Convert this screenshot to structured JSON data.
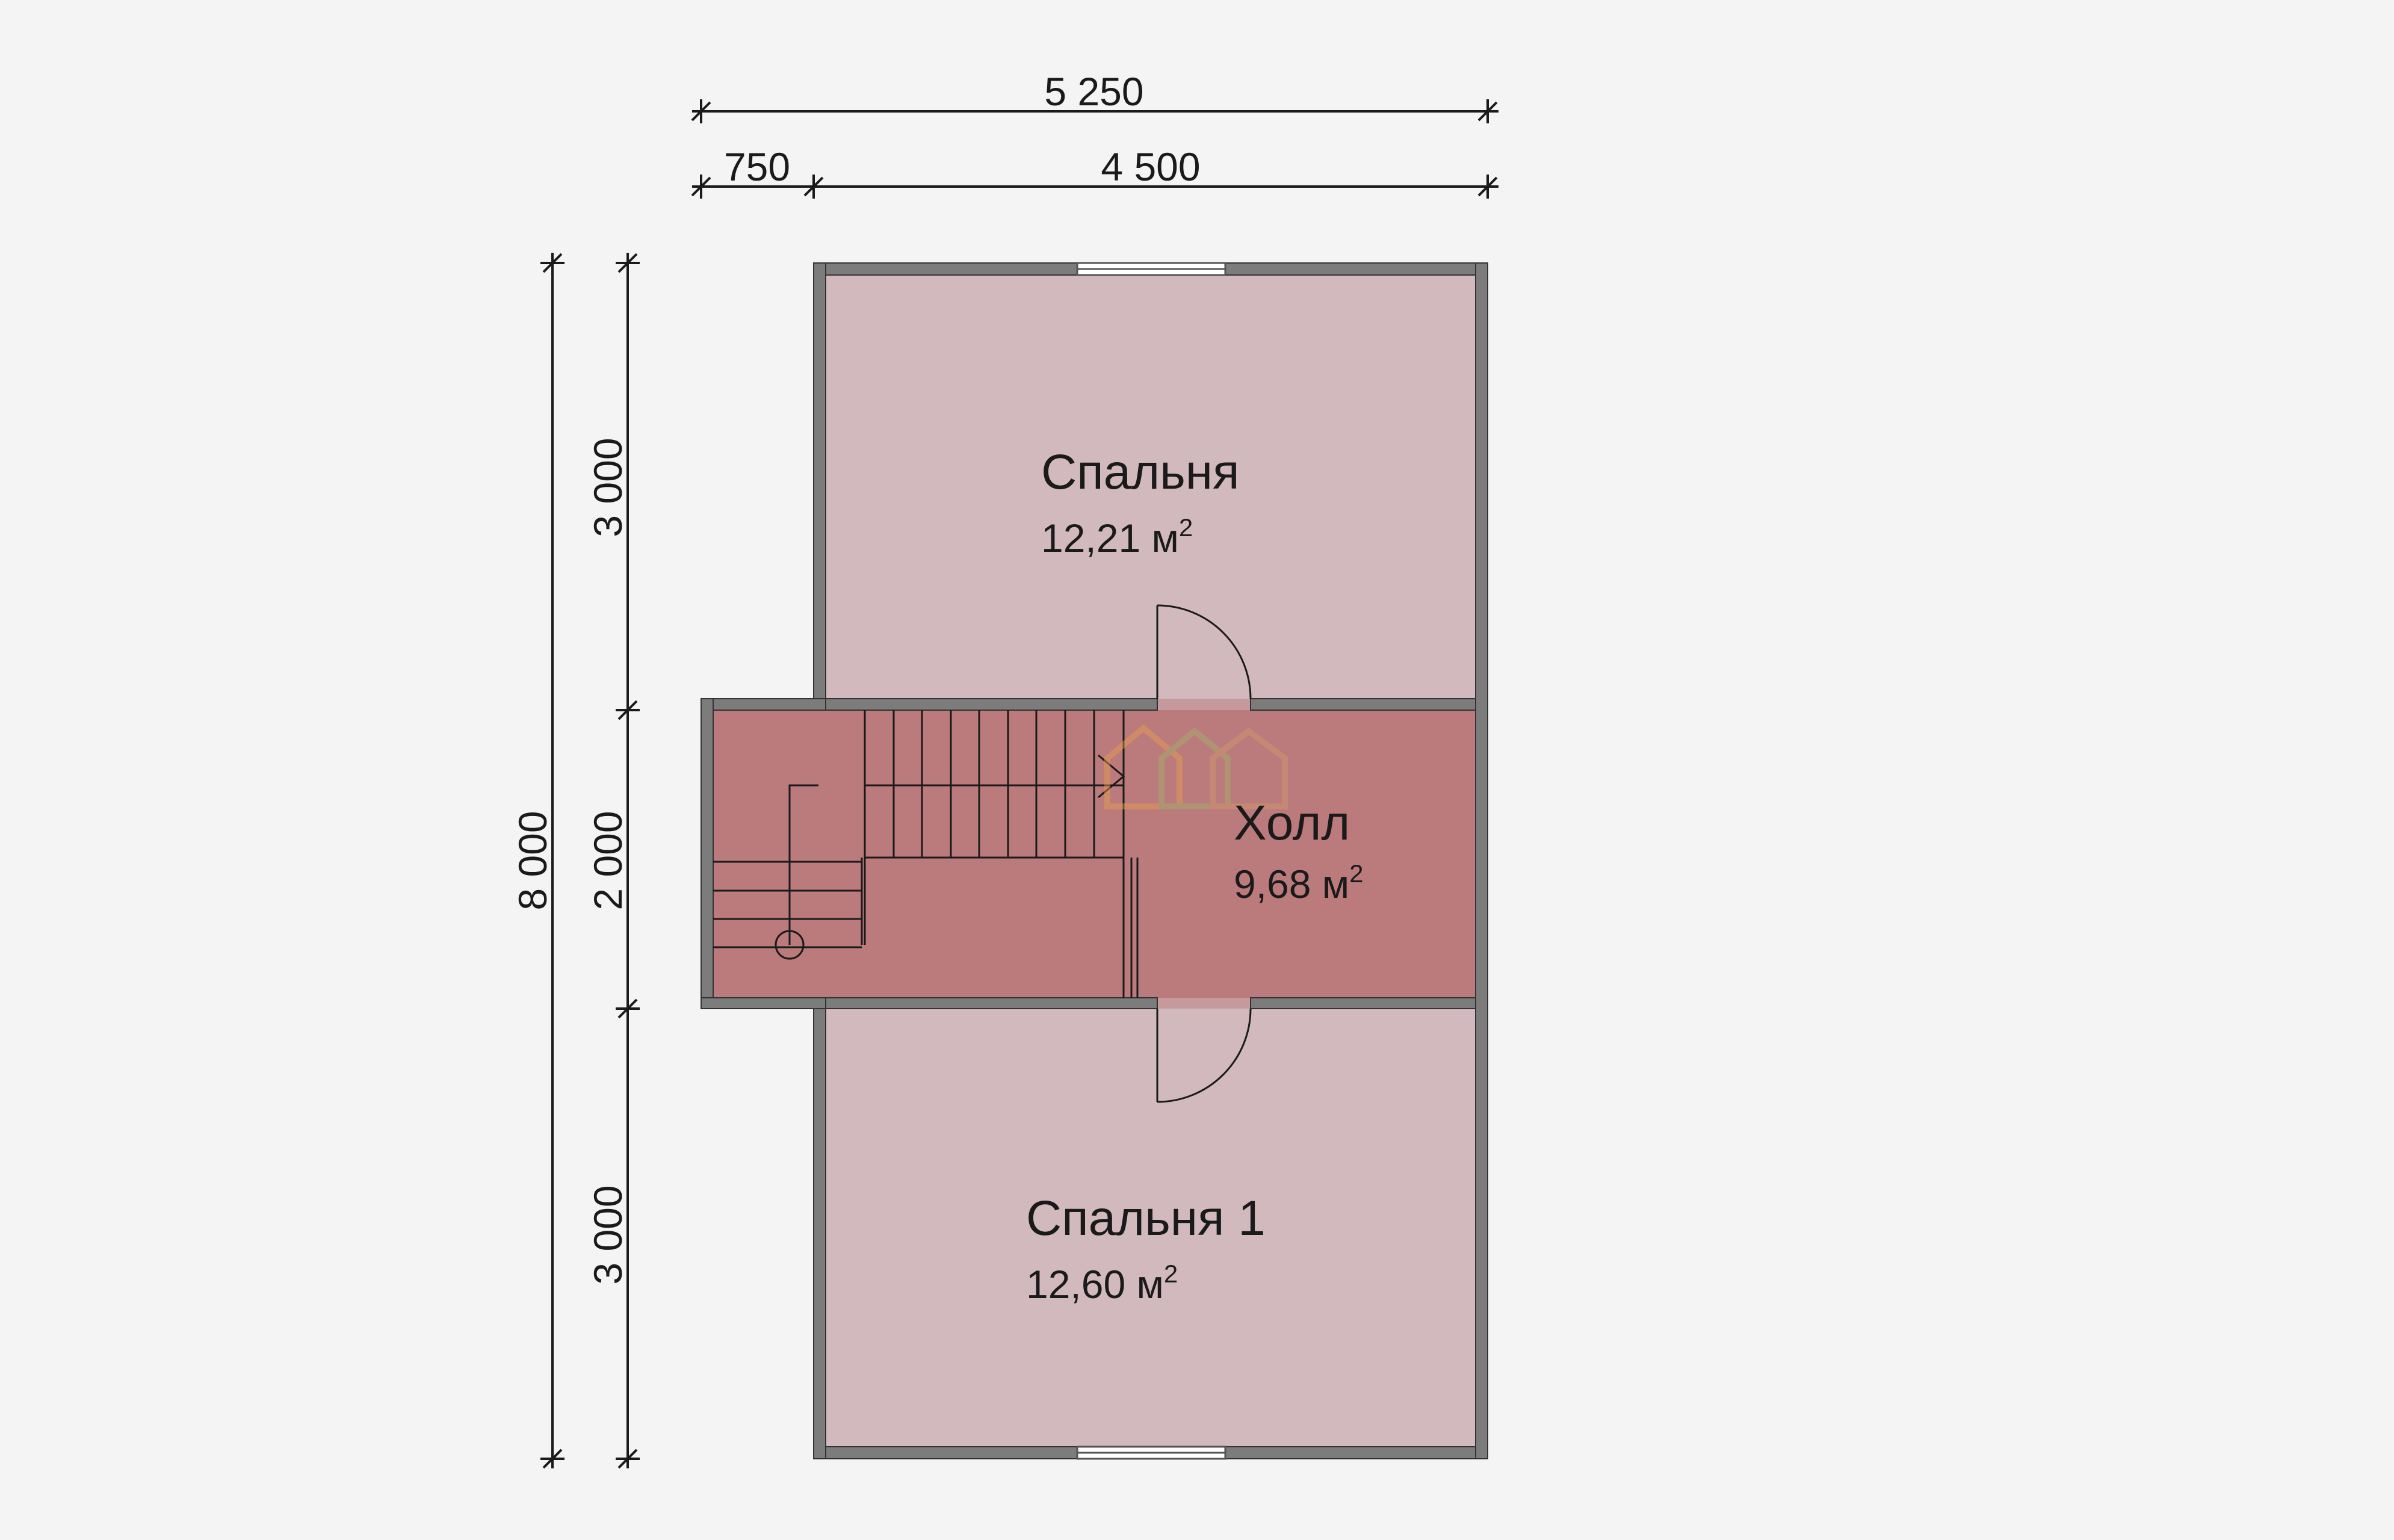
{
  "dimensions": {
    "overall_width": "5 250",
    "left_segment": "750",
    "right_segment": "4 500",
    "overall_height": "8 000",
    "top_segment": "3 000",
    "middle_segment": "2 000",
    "bottom_segment": "3 000"
  },
  "rooms": {
    "bedroom_top": {
      "name": "Спальня",
      "area": "12,21 м",
      "area_sup": "2"
    },
    "hall": {
      "name": "Холл",
      "area": "9,68 м",
      "area_sup": "2"
    },
    "bedroom_bottom": {
      "name": "Спальня 1",
      "area": "12,60 м",
      "area_sup": "2"
    }
  },
  "colors": {
    "background": "#f4f4f4",
    "bedroom_fill": "#d2b9be",
    "hall_fill": "#bb7a7c",
    "wall": "#7c7c7c",
    "line": "#1a1a1a"
  },
  "watermark": {
    "icon": "house-logo-icon"
  }
}
